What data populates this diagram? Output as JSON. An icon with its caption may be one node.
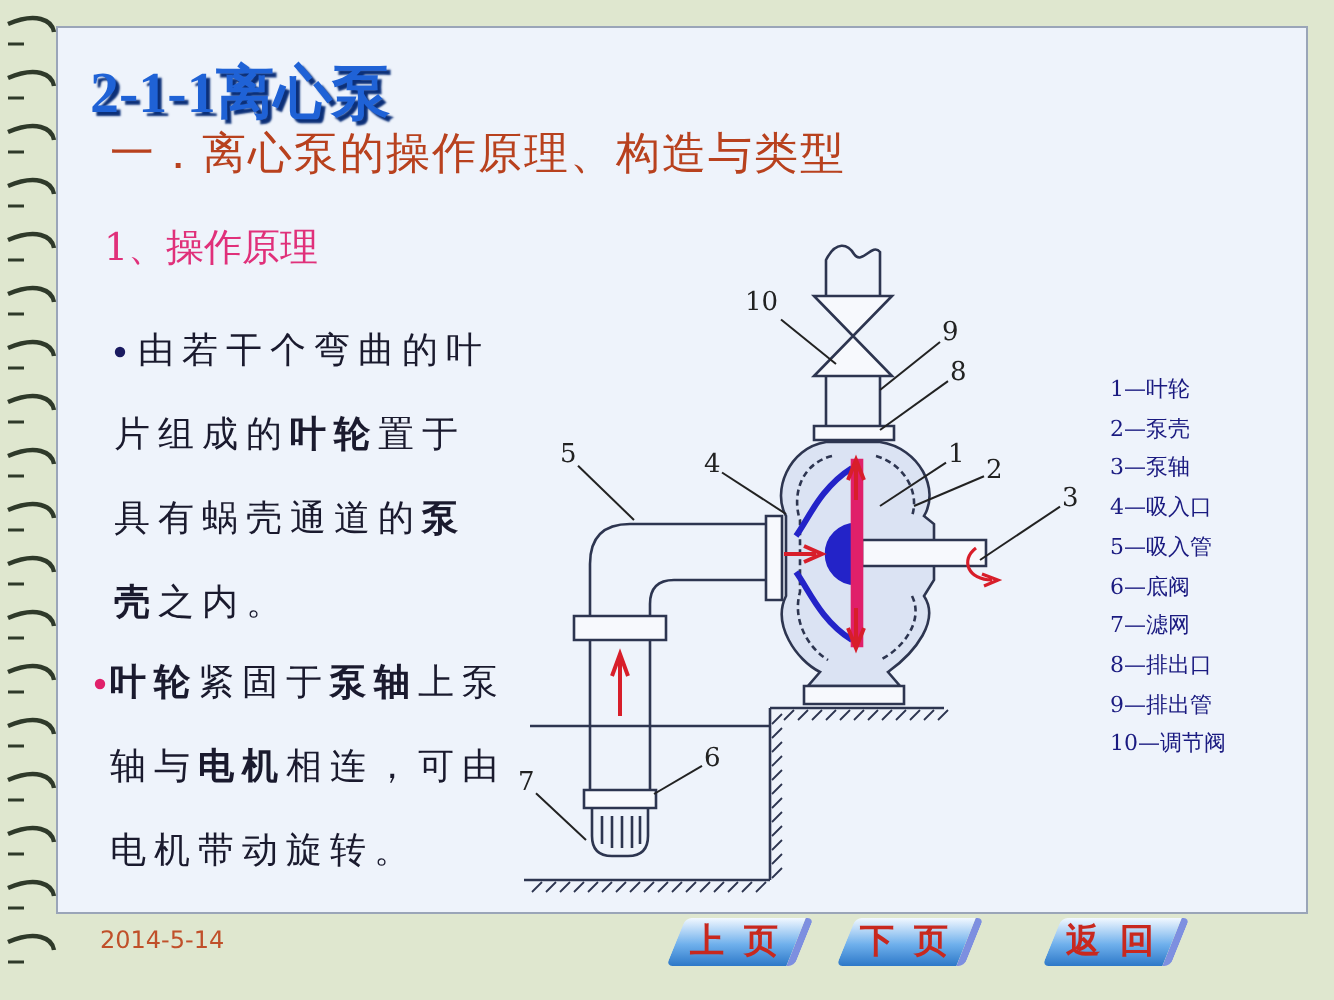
{
  "diagram": {
    "title": "2-1-1离心泵",
    "nodes": [
      {
        "text": [
          "1"
        ]
      },
      {
        "text": [
          "2"
        ]
      },
      {
        "text": [
          "3"
        ]
      },
      {
        "text": [
          "4"
        ]
      },
      {
        "text": [
          "5"
        ]
      },
      {
        "text": [
          "6"
        ]
      },
      {
        "text": [
          "7"
        ]
      },
      {
        "text": [
          "8"
        ]
      },
      {
        "text": [
          "9"
        ]
      },
      {
        "text": [
          "10"
        ]
      }
    ],
    "edges": [
      {
        "from": 0,
        "to": null,
        "arrow": "none"
      },
      {
        "from": 1,
        "to": null,
        "arrow": "none"
      },
      {
        "from": 2,
        "to": null,
        "arrow": "none"
      },
      {
        "from": 3,
        "to": null,
        "arrow": "none"
      },
      {
        "from": 4,
        "to": null,
        "arrow": "none"
      },
      {
        "from": 5,
        "to": null,
        "arrow": "none"
      },
      {
        "from": 6,
        "to": null,
        "arrow": "none"
      },
      {
        "from": 7,
        "to": null,
        "arrow": "none"
      },
      {
        "from": 8,
        "to": null,
        "arrow": "none"
      },
      {
        "from": 9,
        "to": null,
        "arrow": "none"
      }
    ],
    "labels": [
      "一．离心泵的操作原理、构造与类型",
      "1、操作原理",
      "由若干个弯曲的叶片组成的**叶轮**置于具有蜗壳通道的**泵**​**壳**之内。",
      "**叶轮**紧固于**泵轴**上泵轴与**电机**相连，可由电机带动旋转。",
      "1—叶轮",
      "2—泵壳",
      "3—泵轴",
      "4—吸入口",
      "5—吸入管",
      "6—底阀",
      "7—滤网",
      "8—排出口",
      "9—排出管",
      "10—调节阀",
      "2014-5-14",
      "上 页",
      "下 页",
      "返 回"
    ]
  }
}
